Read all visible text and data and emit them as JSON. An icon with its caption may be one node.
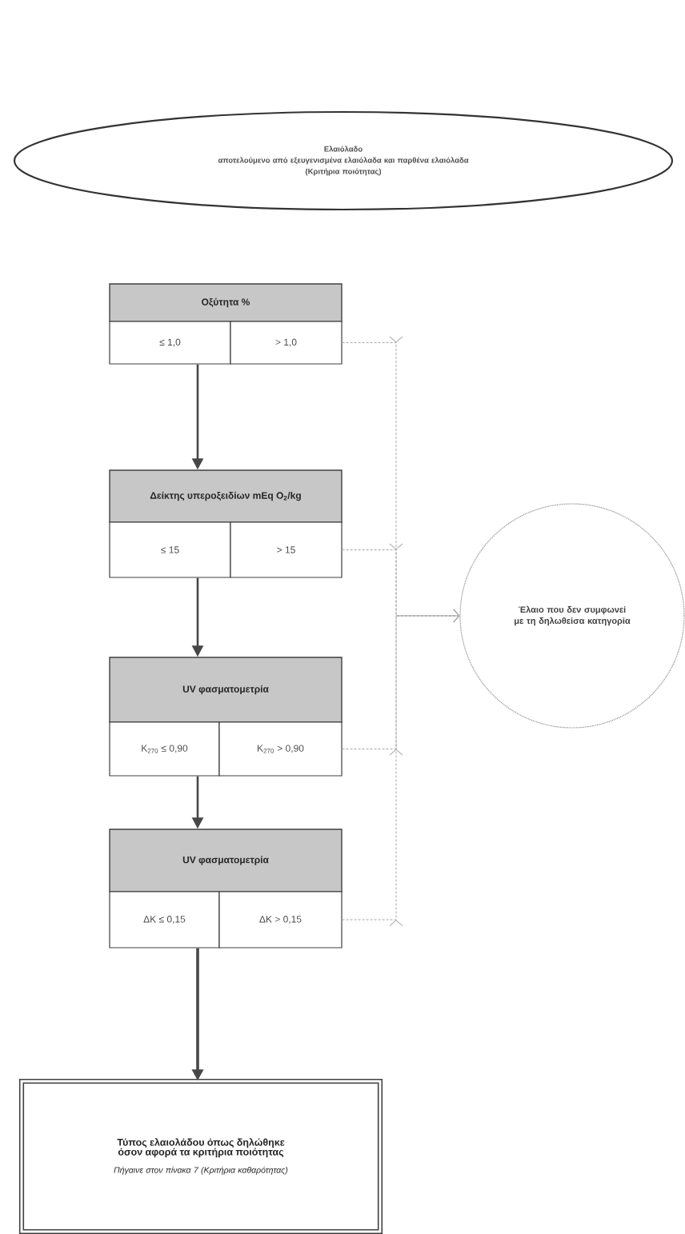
{
  "diagram": {
    "nodes": [
      {
        "text": [
          "Ελαιόλαδο",
          "αποτελούμενο από εξευγενισμένα ελαιόλαδα και παρθένα ελαιόλαδα",
          "(Κριτήρια ποιότητας)"
        ]
      },
      {
        "text": [
          "Οξύτητα %"
        ]
      },
      {
        "text": [
          "≤ 1,0"
        ]
      },
      {
        "text": [
          "> 1,0"
        ]
      },
      {
        "text": [
          "Δείκτης υπεροξειδίων mEq O$_{2}$/kg"
        ]
      },
      {
        "text": [
          "≤ 15"
        ]
      },
      {
        "text": [
          "> 15"
        ]
      },
      {
        "text": [
          "UV φασματομετρία"
        ]
      },
      {
        "text": [
          "K$_{270}$ ≤ 0,90"
        ]
      },
      {
        "text": [
          "K$_{270}$ > 0,90"
        ]
      },
      {
        "text": [
          "UV φασματομετρία"
        ]
      },
      {
        "text": [
          "ΔK ≤ 0,15"
        ]
      },
      {
        "text": [
          "ΔK > 0,15"
        ]
      },
      {
        "text": [
          "Έλαιο που δεν συμφωνεί με τη δηλωθείσα κατηγορία"
        ]
      },
      {
        "text": [
          "Τύπος ελαιολάδου όπως δηλώθηκε όσον αφορά τα κριτήρια ποιότητας",
          "Πήγαινε στον πίνακα 7 (Κριτήρια καθαρότητας)"
        ]
      }
    ],
    "edges": [
      {
        "from": 2,
        "to": 4,
        "arrow": "to"
      },
      {
        "from": 5,
        "to": 7,
        "arrow": "to"
      },
      {
        "from": 8,
        "to": 10,
        "arrow": "to"
      },
      {
        "from": 11,
        "to": 14,
        "arrow": "to",
        "style": "thick"
      },
      {
        "from": 3,
        "to": 13,
        "arrow": "to",
        "style": "dashed",
        "color": "#aaaaaa"
      },
      {
        "from": 6,
        "to": 13,
        "arrow": "to",
        "style": "dashed",
        "color": "#aaaaaa"
      },
      {
        "from": 9,
        "to": 13,
        "arrow": "to",
        "style": "dashed",
        "color": "#aaaaaa"
      },
      {
        "from": 12,
        "to": 13,
        "arrow": "to",
        "style": "dashed",
        "color": "#aaaaaa"
      }
    ]
  }
}
